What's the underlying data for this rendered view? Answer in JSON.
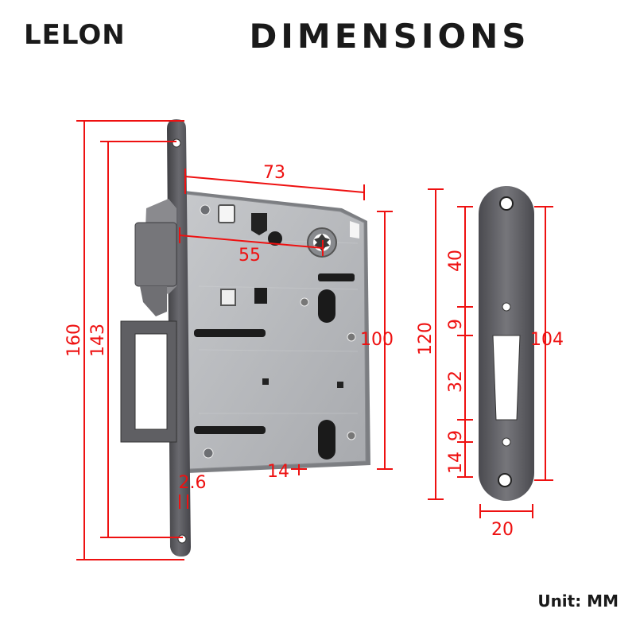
{
  "brand": {
    "logo_text": "LELON"
  },
  "heading": {
    "title": "DIMENSIONS"
  },
  "footer": {
    "unit_text": "Unit: MM"
  },
  "colors": {
    "dimension": "#ee1111",
    "metal_dark": "#5a5a5e",
    "metal_light": "#b9bbbe",
    "text": "#1a1a1a"
  },
  "dimensions": {
    "faceplate_length": "160",
    "screw_spacing": "143",
    "case_width": "73",
    "backset": "55",
    "case_height": "100",
    "faceplate_thickness": "2.6",
    "bottom_offset": "14",
    "strike_length": "120",
    "strike_hole_spacing": "104",
    "strike_top_segment": "40",
    "strike_segment_a": "9",
    "strike_opening": "32",
    "strike_segment_b": "9",
    "strike_bottom_segment": "14",
    "strike_width": "20"
  }
}
